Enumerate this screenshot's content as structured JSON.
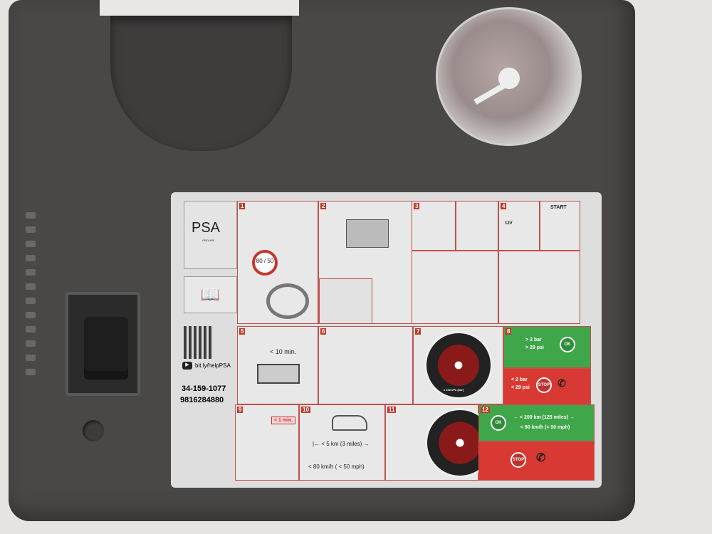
{
  "brand": {
    "logo": "PSA",
    "sub": "GROUPE"
  },
  "label": {
    "link": "bit.ly/helpPSA",
    "codes": [
      "34-159-1077",
      "9816284880"
    ],
    "steps": [
      {
        "n": "1",
        "text": "80 / 50"
      },
      {
        "n": "2"
      },
      {
        "n": "3"
      },
      {
        "n": "4",
        "text": "12V",
        "start": "START"
      },
      {
        "n": "5",
        "text": "< 10 min."
      },
      {
        "n": "6"
      },
      {
        "n": "7",
        "text": "x 100 kPa (bar)"
      },
      {
        "n": "8",
        "ok_line1": "> 2 bar",
        "ok_line2": "> 29 psi",
        "stop_line1": "< 2 bar",
        "stop_line2": "< 29 psi",
        "ok": "OK",
        "stop": "STOP"
      },
      {
        "n": "9",
        "text": "< 1 min."
      },
      {
        "n": "10",
        "line1": "|← < 5 km (3 miles) →",
        "line2": "< 80 km/h ( < 50 mph)"
      },
      {
        "n": "11"
      },
      {
        "n": "12",
        "line1": "← < 200 km (125 miles) →",
        "line2": "< 80 km/h (< 50 mph)",
        "ok": "OK",
        "stop": "STOP"
      }
    ]
  },
  "colors": {
    "body": "#4a4847",
    "label": "#dedede",
    "green": "#3fa64a",
    "red": "#d83a33"
  }
}
